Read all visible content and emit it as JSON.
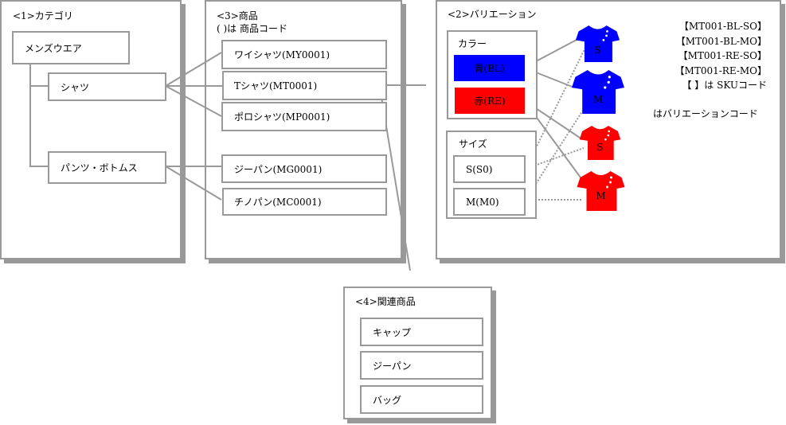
{
  "category": {
    "title": "<1>カテゴリ",
    "root": "メンズウエア",
    "items": [
      "シャツ",
      "パンツ・ボトムス"
    ]
  },
  "products": {
    "title": "<3>商品",
    "note": "( )は 商品コード",
    "items": [
      "ワイシャツ(MY0001)",
      "Tシャツ(MT0001)",
      "ポロシャツ(MP0001)",
      "ジーパン(MG0001)",
      "チノパン(MC0001)"
    ]
  },
  "variation": {
    "title": "<2>バリエーション",
    "color_label": "カラー",
    "colors": [
      {
        "label": "青(BL)",
        "hex": "#0000ff"
      },
      {
        "label": "赤(RE)",
        "hex": "#ff0000"
      }
    ],
    "size_label": "サイズ",
    "sizes": [
      "S(S0)",
      "M(M0)"
    ],
    "hidden_note": "はバリエーションコード",
    "shirts": [
      {
        "size": "S",
        "color": "#0000ff"
      },
      {
        "size": "M",
        "color": "#0000ff"
      },
      {
        "size": "S",
        "color": "#ff0000"
      },
      {
        "size": "M",
        "color": "#ff0000"
      }
    ],
    "skus": [
      "【MT001-BL-SO】",
      "【MT001-BL-MO】",
      "【MT001-RE-SO】",
      "【MT001-RE-MO】",
      "【 】は SKUコード"
    ]
  },
  "related": {
    "title": "<4>関連商品",
    "items": [
      "キャップ",
      "ジーパン",
      "バッグ"
    ]
  }
}
